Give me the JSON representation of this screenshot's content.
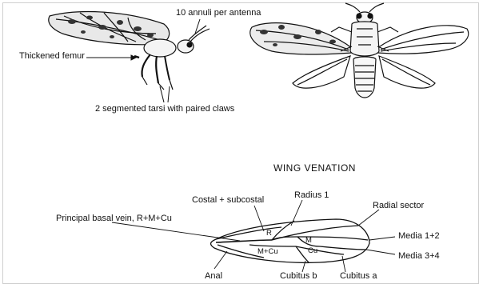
{
  "insect_labels": {
    "antenna": "10 annuli per antenna",
    "femur": "Thickened femur",
    "tarsi": "2 segmented tarsi with paired claws"
  },
  "venation": {
    "title": "WING VENATION",
    "labels": {
      "costal": "Costal + subcostal",
      "radius1": "Radius 1",
      "radial_sector": "Radial sector",
      "principal": "Principal basal vein, R+M+Cu",
      "media12": "Media 1+2",
      "media34": "Media 3+4",
      "anal": "Anal",
      "cubitus_b": "Cubitus b",
      "cubitus_a": "Cubitus a"
    },
    "cell_labels": {
      "r": "R",
      "m": "M",
      "mcu": "M+Cu",
      "cu": "Cu"
    }
  }
}
